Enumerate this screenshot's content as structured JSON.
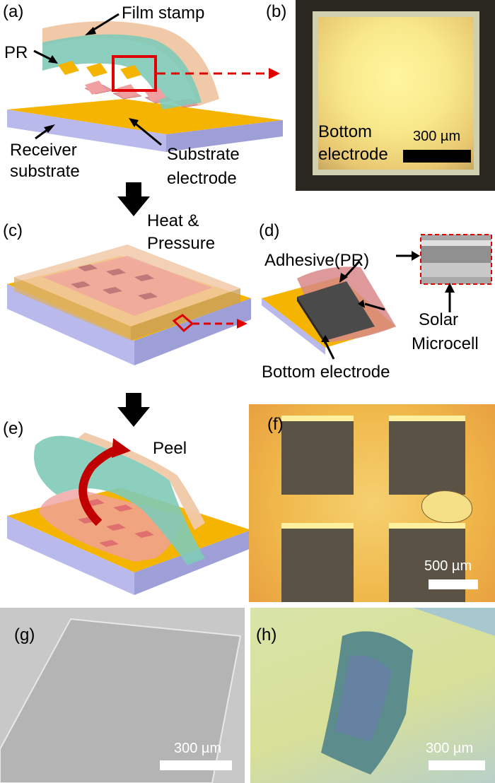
{
  "panels": {
    "a": {
      "tag": "(a)",
      "film_stamp": "Film stamp",
      "pr": "PR",
      "receiver1": "Receiver",
      "receiver2": "substrate",
      "substrate1": "Substrate",
      "substrate2": "electrode"
    },
    "b": {
      "tag": "(b)",
      "bottom1": "Bottom",
      "bottom2": "electrode",
      "scale": "300 µm"
    },
    "process1": {
      "heat1": "Heat &",
      "heat2": "Pressure"
    },
    "c": {
      "tag": "(c)"
    },
    "d": {
      "tag": "(d)",
      "adhesive": "Adhesive(PR)",
      "solar1": "Solar",
      "solar2": "Microcell",
      "bottom": "Bottom electrode"
    },
    "e": {
      "tag": "(e)",
      "peel": "Peel"
    },
    "f": {
      "tag": "(f)",
      "scale": "500 µm"
    },
    "g": {
      "tag": "(g)",
      "scale": "300 µm"
    },
    "h": {
      "tag": "(h)",
      "scale": "300 µm"
    }
  },
  "colors": {
    "gold": "#f5b400",
    "lavender": "#b9b9ec",
    "film": "#7fcab8",
    "film_edge": "#f0c9a8",
    "pink": "#f0a0a0",
    "red": "#e00000",
    "dark_red": "#c00000",
    "black": "#000000"
  }
}
